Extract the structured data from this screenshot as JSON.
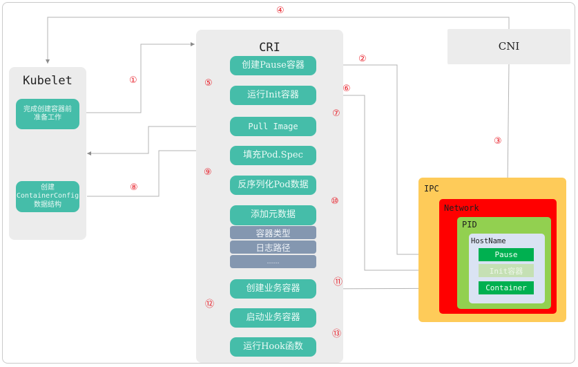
{
  "kubelet": {
    "title": "Kubelet",
    "steps": [
      "完成创建容器前准备工作",
      "创建 ContainerConfig 数据结构"
    ],
    "step_lines": [
      [
        "完成创建容器前",
        "准备工作"
      ],
      [
        "创建",
        "ContainerConfig",
        "数据结构"
      ]
    ]
  },
  "cri": {
    "title": "CRI",
    "steps": [
      "创建Pause容器",
      "运行Init容器",
      "Pull Image",
      "填充Pod.Spec",
      "反序列化Pod数据",
      "添加元数据",
      "创建业务容器",
      "启动业务容器",
      "运行Hook函数"
    ],
    "metadata_items": [
      "容器类型",
      "日志路径",
      "……"
    ]
  },
  "cni": {
    "title": "CNI"
  },
  "namespaces": {
    "ipc": "IPC",
    "network": "Network",
    "pid": "PID",
    "hostname": "HostName",
    "containers": [
      "Pause",
      "Init容器",
      "Container"
    ]
  },
  "step_numbers": [
    "①",
    "②",
    "③",
    "④",
    "⑤",
    "⑥",
    "⑦",
    "⑧",
    "⑨",
    "⑩",
    "⑪",
    "⑫",
    "⑬"
  ],
  "colors": {
    "task_box": "#45bda9",
    "metadata_box": "#8497b0",
    "panel": "#ececec",
    "ipc": "#fecb59",
    "network": "#ff0000",
    "pid": "#92d050",
    "hostname": "#dae3f3",
    "container_active": "#00b050",
    "container_faded": "#c5e0b4",
    "step_number": "#e8202a",
    "connector": "#a6a6a6"
  }
}
